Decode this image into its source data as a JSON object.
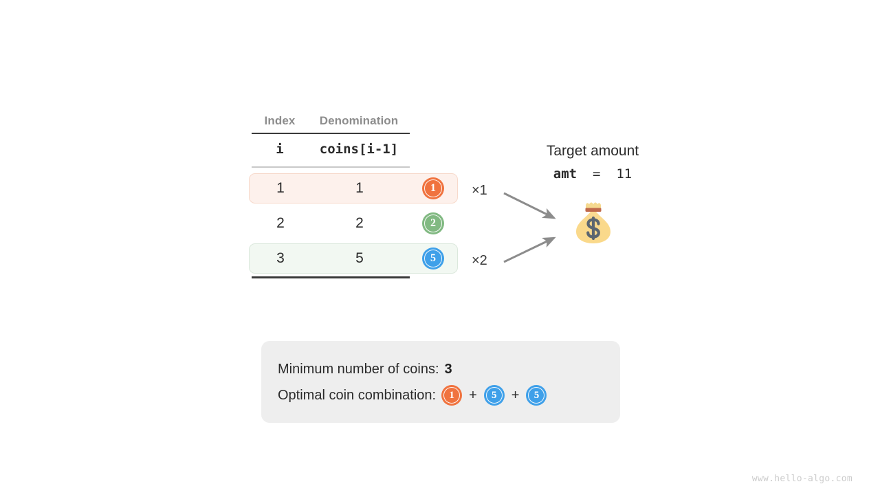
{
  "table": {
    "headers": [
      "Index",
      "Denomination"
    ],
    "variables": [
      "i",
      "coins[i-1]"
    ],
    "rows": [
      {
        "index": "1",
        "denomination": "1",
        "coin_value": "1",
        "coin_color": "#f0733f",
        "highlight": "orange",
        "multiplier": "×1"
      },
      {
        "index": "2",
        "denomination": "2",
        "coin_value": "2",
        "coin_color": "#81b982",
        "highlight": "none",
        "multiplier": ""
      },
      {
        "index": "3",
        "denomination": "5",
        "coin_value": "5",
        "coin_color": "#3fa0e9",
        "highlight": "green",
        "multiplier": "×2"
      }
    ]
  },
  "target": {
    "title": "Target amount",
    "var_name": "amt",
    "equals": "=",
    "value": "11",
    "bag_icon": "money-bag-icon"
  },
  "arrows": {
    "arrow_top": "arrow-row1-to-bag",
    "arrow_bottom": "arrow-row3-to-bag",
    "color": "#8c8c8c"
  },
  "result": {
    "min_coins_label": "Minimum number of coins:",
    "min_coins_value": "3",
    "combination_label": "Optimal coin combination:",
    "combination": [
      {
        "value": "1",
        "color": "#f0733f"
      },
      {
        "value": "5",
        "color": "#3fa0e9"
      },
      {
        "value": "5",
        "color": "#3fa0e9"
      }
    ],
    "separator": "+"
  },
  "watermark": "www.hello-algo.com",
  "colors": {
    "orange": "#f0733f",
    "green": "#81b982",
    "blue": "#3fa0e9",
    "row_orange_bg": "#fdf1ec",
    "row_green_bg": "#f2f8f2",
    "panel_bg": "#eeeeee",
    "text": "#2b2b2b",
    "muted": "#8d8d8d"
  }
}
